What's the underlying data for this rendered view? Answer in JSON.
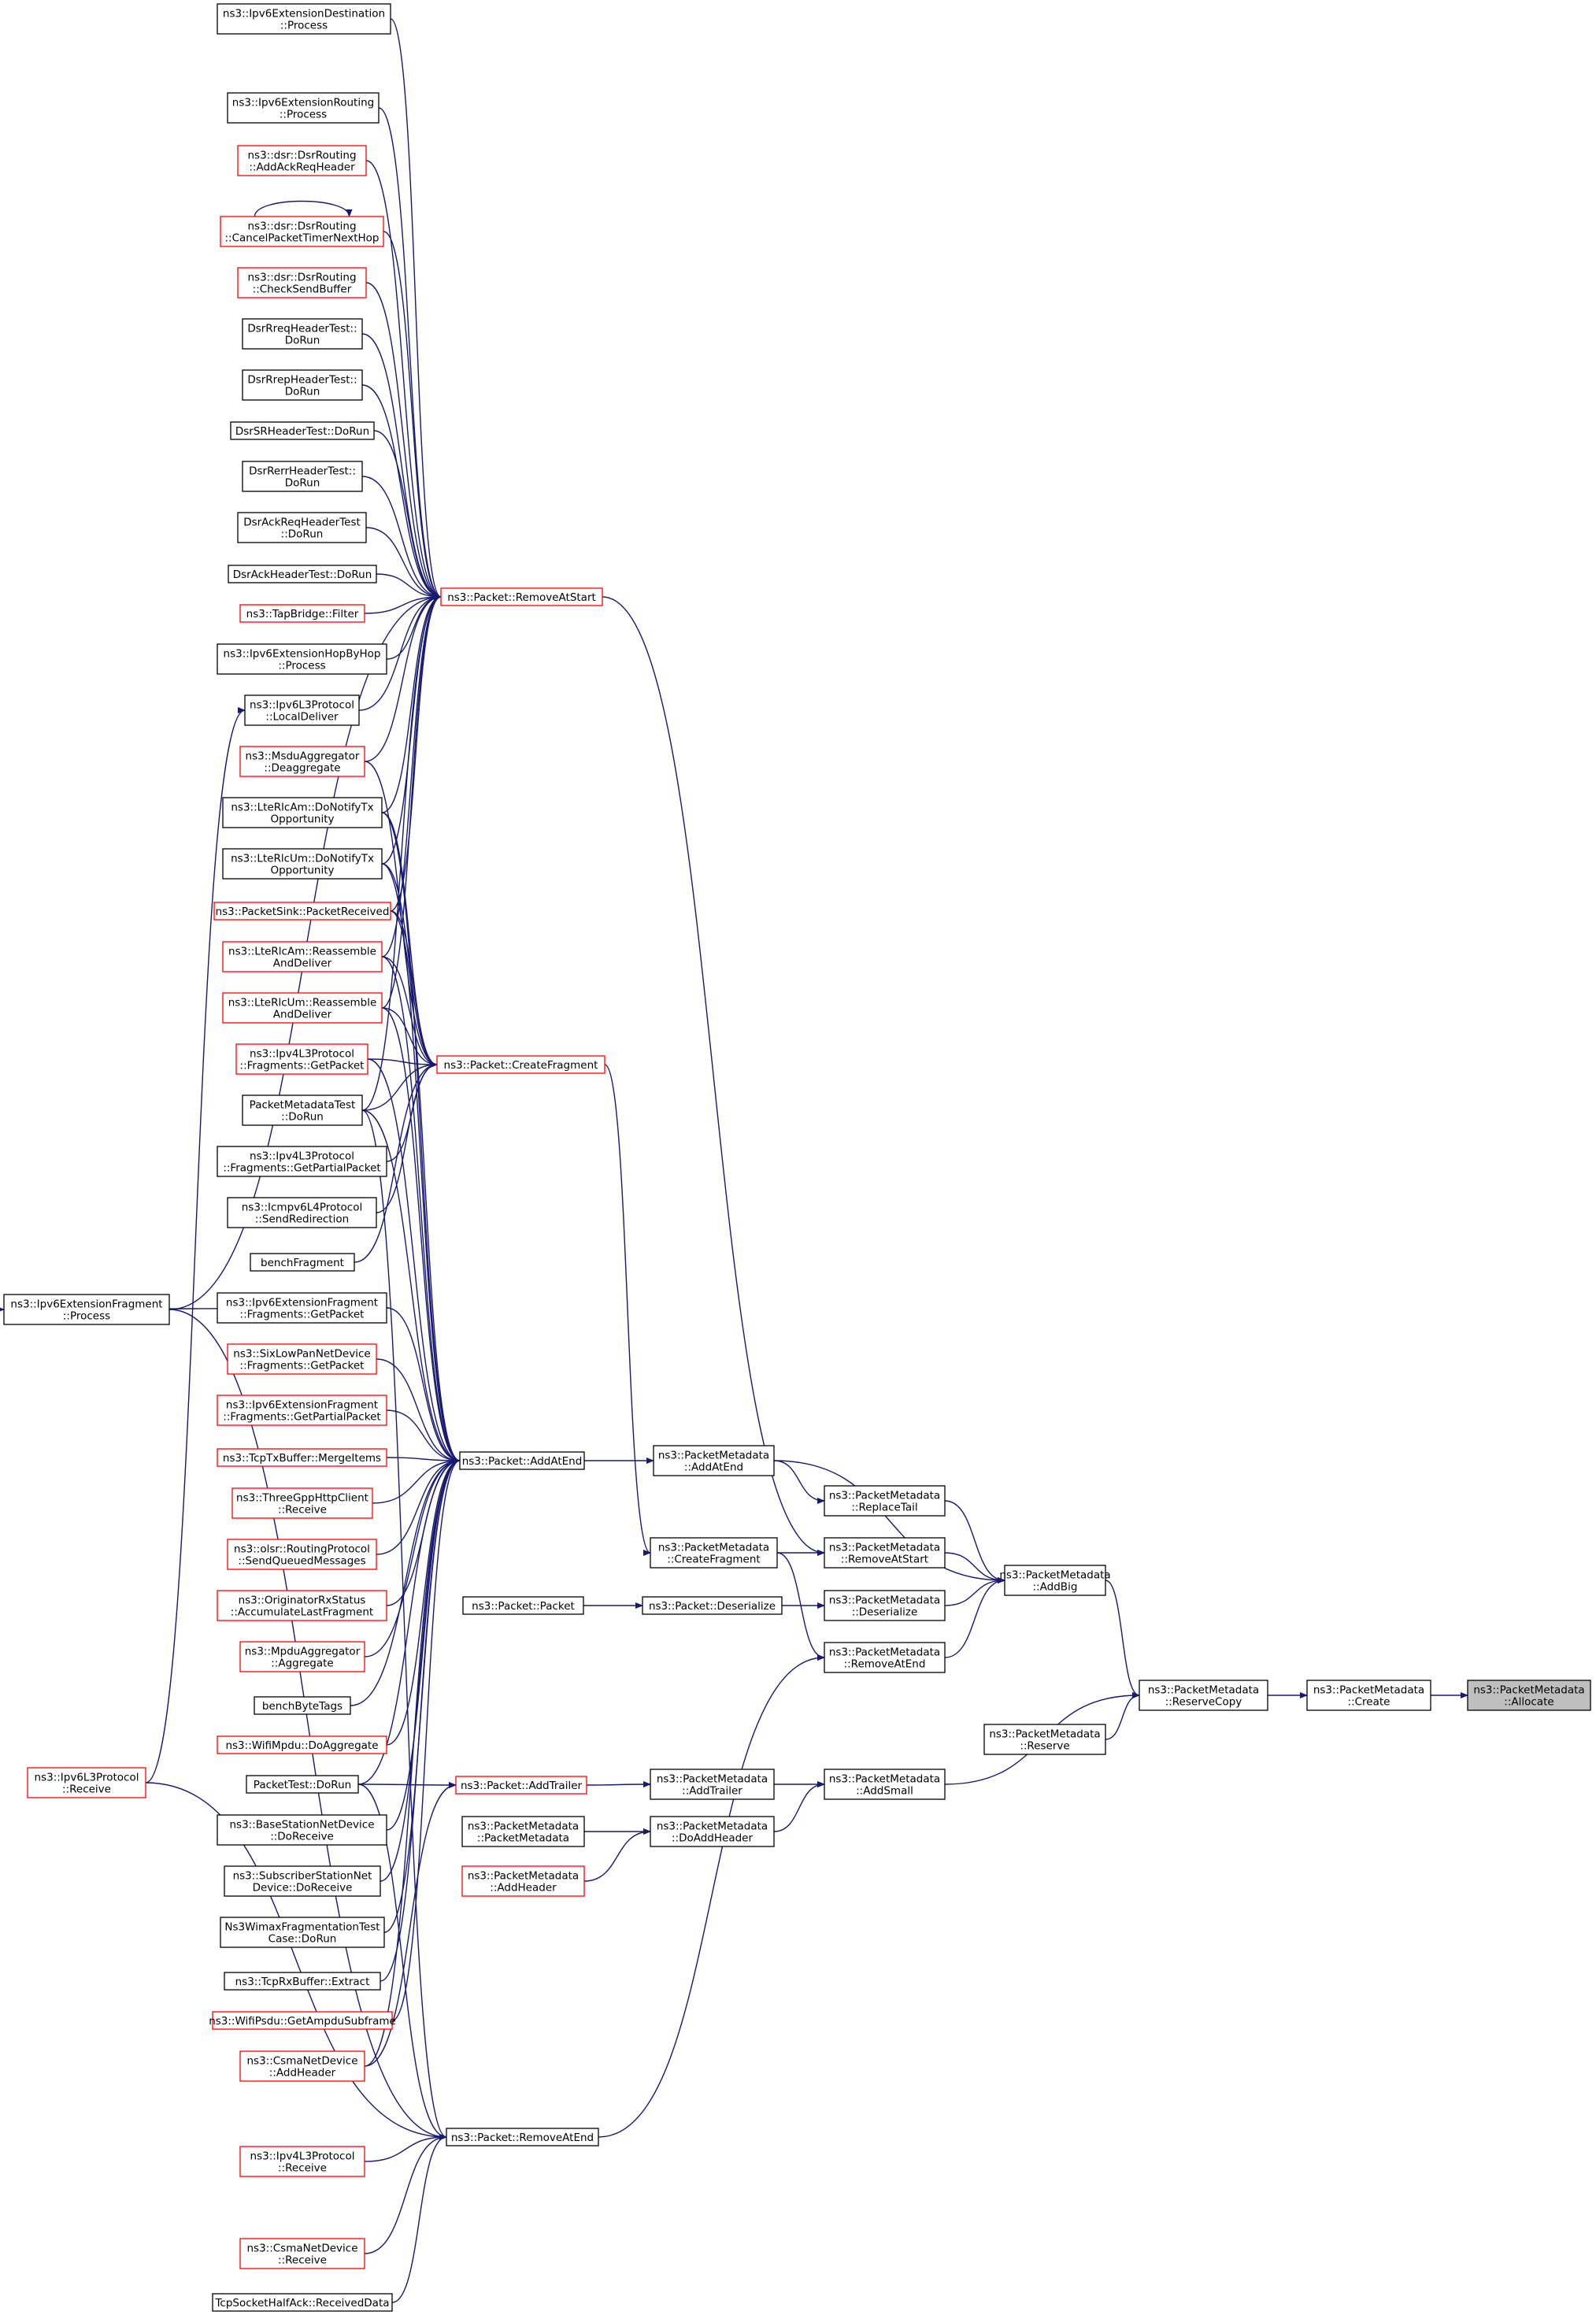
{
  "diagram": {
    "kind": "caller-graph",
    "colors": {
      "edge": "#191970",
      "box_border_default": "#000000",
      "box_border_truncated": "#ff0000",
      "box_fill_default": "#ffffff",
      "box_fill_focus": "#bfbfbf",
      "text": "#000000"
    },
    "nodes": [
      {
        "id": "allocate",
        "lines": [
          "ns3::PacketMetadata",
          "::Allocate"
        ],
        "style": "focus"
      },
      {
        "id": "pm_create",
        "lines": [
          "ns3::PacketMetadata",
          "::Create"
        ],
        "style": "normal"
      },
      {
        "id": "reservecopy",
        "lines": [
          "ns3::PacketMetadata",
          "::ReserveCopy"
        ],
        "style": "normal"
      },
      {
        "id": "reserve",
        "lines": [
          "ns3::PacketMetadata",
          "::Reserve"
        ],
        "style": "normal"
      },
      {
        "id": "addbig",
        "lines": [
          "ns3::PacketMetadata",
          "::AddBig"
        ],
        "style": "normal"
      },
      {
        "id": "addsmall",
        "lines": [
          "ns3::PacketMetadata",
          "::AddSmall"
        ],
        "style": "normal"
      },
      {
        "id": "pm_addatend",
        "lines": [
          "ns3::PacketMetadata",
          "::AddAtEnd"
        ],
        "style": "normal"
      },
      {
        "id": "pm_replacetail",
        "lines": [
          "ns3::PacketMetadata",
          "::ReplaceTail"
        ],
        "style": "normal"
      },
      {
        "id": "pm_removeatstart",
        "lines": [
          "ns3::PacketMetadata",
          "::RemoveAtStart"
        ],
        "style": "normal"
      },
      {
        "id": "pm_deserialize",
        "lines": [
          "ns3::PacketMetadata",
          "::Deserialize"
        ],
        "style": "normal"
      },
      {
        "id": "pm_removeatend",
        "lines": [
          "ns3::PacketMetadata",
          "::RemoveAtEnd"
        ],
        "style": "normal"
      },
      {
        "id": "pm_createfragment",
        "lines": [
          "ns3::PacketMetadata",
          "::CreateFragment"
        ],
        "style": "normal"
      },
      {
        "id": "pm_addtrailer",
        "lines": [
          "ns3::PacketMetadata",
          "::AddTrailer"
        ],
        "style": "normal"
      },
      {
        "id": "pm_doaddheader",
        "lines": [
          "ns3::PacketMetadata",
          "::DoAddHeader"
        ],
        "style": "normal"
      },
      {
        "id": "pm_packetmetadata",
        "lines": [
          "ns3::PacketMetadata",
          "::PacketMetadata"
        ],
        "style": "normal"
      },
      {
        "id": "pm_addheader",
        "lines": [
          "ns3::PacketMetadata",
          "::AddHeader"
        ],
        "style": "truncated"
      },
      {
        "id": "p_deserialize",
        "lines": [
          "ns3::Packet::Deserialize"
        ],
        "style": "normal"
      },
      {
        "id": "p_packet",
        "lines": [
          "ns3::Packet::Packet"
        ],
        "style": "normal"
      },
      {
        "id": "p_removeatstart",
        "lines": [
          "ns3::Packet::RemoveAtStart"
        ],
        "style": "truncated"
      },
      {
        "id": "p_createfragment",
        "lines": [
          "ns3::Packet::CreateFragment"
        ],
        "style": "truncated"
      },
      {
        "id": "p_addatend",
        "lines": [
          "ns3::Packet::AddAtEnd"
        ],
        "style": "normal"
      },
      {
        "id": "p_addtrailer",
        "lines": [
          "ns3::Packet::AddTrailer"
        ],
        "style": "truncated"
      },
      {
        "id": "p_removeatend",
        "lines": [
          "ns3::Packet::RemoveAtEnd"
        ],
        "style": "normal"
      },
      {
        "id": "ipv6extdest",
        "lines": [
          "ns3::Ipv6ExtensionDestination",
          "::Process"
        ],
        "style": "normal"
      },
      {
        "id": "ipv6extrouting",
        "lines": [
          "ns3::Ipv6ExtensionRouting",
          "::Process"
        ],
        "style": "normal"
      },
      {
        "id": "dsr_addackreq",
        "lines": [
          "ns3::dsr::DsrRouting",
          "::AddAckReqHeader"
        ],
        "style": "truncated"
      },
      {
        "id": "dsr_cancel",
        "lines": [
          "ns3::dsr::DsrRouting",
          "::CancelPacketTimerNextHop"
        ],
        "style": "truncated"
      },
      {
        "id": "dsr_checksend",
        "lines": [
          "ns3::dsr::DsrRouting",
          "::CheckSendBuffer"
        ],
        "style": "truncated"
      },
      {
        "id": "dsrrreq",
        "lines": [
          "DsrRreqHeaderTest::",
          "DoRun"
        ],
        "style": "normal"
      },
      {
        "id": "dsrrrep",
        "lines": [
          "DsrRrepHeaderTest::",
          "DoRun"
        ],
        "style": "normal"
      },
      {
        "id": "dsrsr",
        "lines": [
          "DsrSRHeaderTest::DoRun"
        ],
        "style": "normal"
      },
      {
        "id": "dsrrerr",
        "lines": [
          "DsrRerrHeaderTest::",
          "DoRun"
        ],
        "style": "normal"
      },
      {
        "id": "dsrackreq",
        "lines": [
          "DsrAckReqHeaderTest",
          "::DoRun"
        ],
        "style": "normal"
      },
      {
        "id": "dsrack",
        "lines": [
          "DsrAckHeaderTest::DoRun"
        ],
        "style": "normal"
      },
      {
        "id": "tapbridge",
        "lines": [
          "ns3::TapBridge::Filter"
        ],
        "style": "truncated"
      },
      {
        "id": "ipv6hopbyhop",
        "lines": [
          "ns3::Ipv6ExtensionHopByHop",
          "::Process"
        ],
        "style": "normal"
      },
      {
        "id": "ipv6l3local",
        "lines": [
          "ns3::Ipv6L3Protocol",
          "::LocalDeliver"
        ],
        "style": "normal"
      },
      {
        "id": "msdudeagg",
        "lines": [
          "ns3::MsduAggregator",
          "::Deaggregate"
        ],
        "style": "truncated"
      },
      {
        "id": "ltermam_tx",
        "lines": [
          "ns3::LteRlcAm::DoNotifyTx",
          "Opportunity"
        ],
        "style": "normal"
      },
      {
        "id": "ltermum_tx",
        "lines": [
          "ns3::LteRlcUm::DoNotifyTx",
          "Opportunity"
        ],
        "style": "normal"
      },
      {
        "id": "packetsink",
        "lines": [
          "ns3::PacketSink::PacketReceived"
        ],
        "style": "truncated"
      },
      {
        "id": "ltermam_re",
        "lines": [
          "ns3::LteRlcAm::Reassemble",
          "AndDeliver"
        ],
        "style": "truncated"
      },
      {
        "id": "ltermum_re",
        "lines": [
          "ns3::LteRlcUm::Reassemble",
          "AndDeliver"
        ],
        "style": "truncated"
      },
      {
        "id": "ipv4frag_get",
        "lines": [
          "ns3::Ipv4L3Protocol",
          "::Fragments::GetPacket"
        ],
        "style": "truncated"
      },
      {
        "id": "pmtest",
        "lines": [
          "PacketMetadataTest",
          "::DoRun"
        ],
        "style": "normal"
      },
      {
        "id": "ipv4frag_partial",
        "lines": [
          "ns3::Ipv4L3Protocol",
          "::Fragments::GetPartialPacket"
        ],
        "style": "normal"
      },
      {
        "id": "icmpv6",
        "lines": [
          "ns3::Icmpv6L4Protocol",
          "::SendRedirection"
        ],
        "style": "normal"
      },
      {
        "id": "benchfrag",
        "lines": [
          "benchFragment"
        ],
        "style": "normal"
      },
      {
        "id": "ipv6extfrag_get",
        "lines": [
          "ns3::Ipv6ExtensionFragment",
          "::Fragments::GetPacket"
        ],
        "style": "normal"
      },
      {
        "id": "sixlowpan",
        "lines": [
          "ns3::SixLowPanNetDevice",
          "::Fragments::GetPacket"
        ],
        "style": "truncated"
      },
      {
        "id": "ipv6extfrag_partial",
        "lines": [
          "ns3::Ipv6ExtensionFragment",
          "::Fragments::GetPartialPacket"
        ],
        "style": "truncated"
      },
      {
        "id": "tcptxbuf",
        "lines": [
          "ns3::TcpTxBuffer::MergeItems"
        ],
        "style": "truncated"
      },
      {
        "id": "threegpp",
        "lines": [
          "ns3::ThreeGppHttpClient",
          "::Receive"
        ],
        "style": "truncated"
      },
      {
        "id": "olsr",
        "lines": [
          "ns3::olsr::RoutingProtocol",
          "::SendQueuedMessages"
        ],
        "style": "truncated"
      },
      {
        "id": "origrx",
        "lines": [
          "ns3::OriginatorRxStatus",
          "::AccumulateLastFragment"
        ],
        "style": "truncated"
      },
      {
        "id": "mpduagg",
        "lines": [
          "ns3::MpduAggregator",
          "::Aggregate"
        ],
        "style": "truncated"
      },
      {
        "id": "benchbyte",
        "lines": [
          "benchByteTags"
        ],
        "style": "normal"
      },
      {
        "id": "wifimpdu",
        "lines": [
          "ns3::WifiMpdu::DoAggregate"
        ],
        "style": "truncated"
      },
      {
        "id": "packettest",
        "lines": [
          "PacketTest::DoRun"
        ],
        "style": "normal"
      },
      {
        "id": "basestation",
        "lines": [
          "ns3::BaseStationNetDevice",
          "::DoReceive"
        ],
        "style": "normal"
      },
      {
        "id": "subscriber",
        "lines": [
          "ns3::SubscriberStationNet",
          "Device::DoReceive"
        ],
        "style": "normal"
      },
      {
        "id": "wimaxfrag",
        "lines": [
          "Ns3WimaxFragmentationTest",
          "Case::DoRun"
        ],
        "style": "normal"
      },
      {
        "id": "tcprxbuf",
        "lines": [
          "ns3::TcpRxBuffer::Extract"
        ],
        "style": "normal"
      },
      {
        "id": "wifipsdu",
        "lines": [
          "ns3::WifiPsdu::GetAmpduSubframe"
        ],
        "style": "truncated"
      },
      {
        "id": "csma_addheader",
        "lines": [
          "ns3::CsmaNetDevice",
          "::AddHeader"
        ],
        "style": "truncated"
      },
      {
        "id": "ipv4l3recv",
        "lines": [
          "ns3::Ipv4L3Protocol",
          "::Receive"
        ],
        "style": "truncated"
      },
      {
        "id": "csma_recv",
        "lines": [
          "ns3::CsmaNetDevice",
          "::Receive"
        ],
        "style": "truncated"
      },
      {
        "id": "tcphalfack",
        "lines": [
          "TcpSocketHalfAck::ReceivedData"
        ],
        "style": "normal"
      },
      {
        "id": "ipv6extfrag_proc",
        "lines": [
          "ns3::Ipv6ExtensionFragment",
          "::Process"
        ],
        "style": "normal"
      },
      {
        "id": "ipv6l3recv",
        "lines": [
          "ns3::Ipv6L3Protocol",
          "::Receive"
        ],
        "style": "truncated"
      }
    ],
    "edges": [
      [
        "pm_create",
        "allocate"
      ],
      [
        "reservecopy",
        "pm_create"
      ],
      [
        "reserve",
        "reservecopy"
      ],
      [
        "addbig",
        "reservecopy"
      ],
      [
        "addsmall",
        "reservecopy"
      ],
      [
        "pm_addatend",
        "addbig"
      ],
      [
        "pm_replacetail",
        "addbig"
      ],
      [
        "pm_removeatstart",
        "addbig"
      ],
      [
        "pm_deserialize",
        "addbig"
      ],
      [
        "pm_removeatend",
        "addbig"
      ],
      [
        "pm_addatend",
        "pm_replacetail"
      ],
      [
        "pm_createfragment",
        "pm_removeatstart"
      ],
      [
        "pm_createfragment",
        "pm_removeatend"
      ],
      [
        "p_deserialize",
        "pm_deserialize"
      ],
      [
        "p_packet",
        "p_deserialize"
      ],
      [
        "pm_addtrailer",
        "addsmall"
      ],
      [
        "pm_doaddheader",
        "addsmall"
      ],
      [
        "pm_packetmetadata",
        "pm_doaddheader"
      ],
      [
        "pm_addheader",
        "pm_doaddheader"
      ],
      [
        "p_addtrailer",
        "pm_addtrailer"
      ],
      [
        "p_addatend",
        "pm_addatend"
      ],
      [
        "p_removeatstart",
        "pm_removeatstart"
      ],
      [
        "p_createfragment",
        "pm_createfragment"
      ],
      [
        "p_removeatend",
        "pm_removeatend"
      ],
      [
        "ipv6extdest",
        "p_removeatstart"
      ],
      [
        "ipv6extfrag_proc",
        "p_removeatstart"
      ],
      [
        "ipv6extrouting",
        "p_removeatstart"
      ],
      [
        "dsr_addackreq",
        "p_removeatstart"
      ],
      [
        "dsr_cancel",
        "p_removeatstart"
      ],
      [
        "dsr_cancel",
        "dsr_cancel"
      ],
      [
        "dsr_checksend",
        "p_removeatstart"
      ],
      [
        "dsrrreq",
        "p_removeatstart"
      ],
      [
        "dsrrrep",
        "p_removeatstart"
      ],
      [
        "dsrsr",
        "p_removeatstart"
      ],
      [
        "dsrrerr",
        "p_removeatstart"
      ],
      [
        "dsrackreq",
        "p_removeatstart"
      ],
      [
        "dsrack",
        "p_removeatstart"
      ],
      [
        "tapbridge",
        "p_removeatstart"
      ],
      [
        "ipv6hopbyhop",
        "p_removeatstart"
      ],
      [
        "ipv6l3local",
        "p_removeatstart"
      ],
      [
        "msdudeagg",
        "p_removeatstart"
      ],
      [
        "ltermam_tx",
        "p_removeatstart"
      ],
      [
        "ltermum_tx",
        "p_removeatstart"
      ],
      [
        "packetsink",
        "p_removeatstart"
      ],
      [
        "ltermam_re",
        "p_removeatstart"
      ],
      [
        "ltermum_re",
        "p_removeatstart"
      ],
      [
        "pmtest",
        "p_removeatstart"
      ],
      [
        "ipv6l3recv",
        "ipv6l3local"
      ],
      [
        "ipv6extfrag_get",
        "ipv6extfrag_proc"
      ],
      [
        "ltermam_tx",
        "p_createfragment"
      ],
      [
        "ltermum_tx",
        "p_createfragment"
      ],
      [
        "ltermam_re",
        "p_createfragment"
      ],
      [
        "ltermum_re",
        "p_createfragment"
      ],
      [
        "ipv4frag_get",
        "p_createfragment"
      ],
      [
        "pmtest",
        "p_createfragment"
      ],
      [
        "ipv4frag_partial",
        "p_createfragment"
      ],
      [
        "icmpv6",
        "p_createfragment"
      ],
      [
        "benchfrag",
        "p_createfragment"
      ],
      [
        "msdudeagg",
        "p_createfragment"
      ],
      [
        "packetsink",
        "p_createfragment"
      ],
      [
        "ipv6extfrag_get",
        "p_addatend"
      ],
      [
        "sixlowpan",
        "p_addatend"
      ],
      [
        "ipv6extfrag_partial",
        "p_addatend"
      ],
      [
        "tcptxbuf",
        "p_addatend"
      ],
      [
        "threegpp",
        "p_addatend"
      ],
      [
        "olsr",
        "p_addatend"
      ],
      [
        "origrx",
        "p_addatend"
      ],
      [
        "mpduagg",
        "p_addatend"
      ],
      [
        "benchbyte",
        "p_addatend"
      ],
      [
        "wifimpdu",
        "p_addatend"
      ],
      [
        "packettest",
        "p_addatend"
      ],
      [
        "basestation",
        "p_addatend"
      ],
      [
        "subscriber",
        "p_addatend"
      ],
      [
        "wimaxfrag",
        "p_addatend"
      ],
      [
        "tcprxbuf",
        "p_addatend"
      ],
      [
        "wifipsdu",
        "p_addatend"
      ],
      [
        "csma_addheader",
        "p_addatend"
      ],
      [
        "ltermam_tx",
        "p_addatend"
      ],
      [
        "ltermum_tx",
        "p_addatend"
      ],
      [
        "ltermam_re",
        "p_addatend"
      ],
      [
        "ltermum_re",
        "p_addatend"
      ],
      [
        "pmtest",
        "p_addatend"
      ],
      [
        "ipv4frag_get",
        "p_addatend"
      ],
      [
        "packetsink",
        "p_addatend"
      ],
      [
        "packettest",
        "p_addtrailer"
      ],
      [
        "csma_addheader",
        "p_addtrailer"
      ],
      [
        "ipv4l3recv",
        "p_removeatend"
      ],
      [
        "csma_recv",
        "p_removeatend"
      ],
      [
        "tcphalfack",
        "p_removeatend"
      ],
      [
        "ipv6extfrag_proc",
        "p_removeatend"
      ],
      [
        "ipv6l3recv",
        "p_removeatend"
      ],
      [
        "packettest",
        "p_removeatend"
      ],
      [
        "pmtest",
        "p_removeatend"
      ]
    ]
  }
}
